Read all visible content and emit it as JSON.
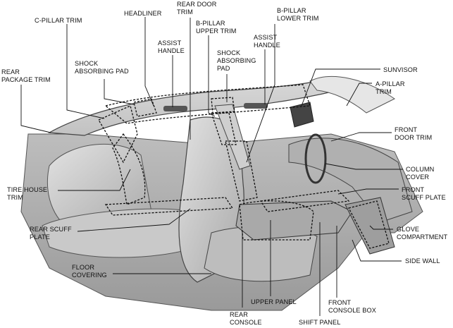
{
  "labels": {
    "c_pillar_trim": [
      "C-PILLAR TRIM"
    ],
    "headliner": [
      "HEADLINER"
    ],
    "rear_door_trim": [
      "REAR DOOR",
      "TRIM"
    ],
    "b_pillar_upper_trim": [
      "B-PILLAR",
      "UPPER TRIM"
    ],
    "b_pillar_lower_trim": [
      "B-PILLAR",
      "LOWER TRIM"
    ],
    "assist_handle_left": [
      "ASSIST",
      "HANDLE"
    ],
    "assist_handle_right": [
      "ASSIST",
      "HANDLE"
    ],
    "shock_absorbing_pad_left": [
      "SHOCK",
      "ABSORBING PAD"
    ],
    "shock_absorbing_pad_right": [
      "SHOCK",
      "ABSORBING",
      "PAD"
    ],
    "rear_package_trim": [
      "REAR",
      "PACKAGE TRIM"
    ],
    "sunvisor": [
      "SUNVISOR"
    ],
    "a_pillar_trim": [
      "A-PILLAR",
      "TRIM"
    ],
    "front_door_trim": [
      "FRONT",
      "DOOR TRIM"
    ],
    "column_cover": [
      "COLUMN",
      "COVER"
    ],
    "front_scuff_plate": [
      "FRONT",
      "SCUFF PLATE"
    ],
    "tire_house_trim": [
      "TIRE HOUSE",
      "TRIM"
    ],
    "rear_scuff_plate": [
      "REAR SCUFF",
      "PLATE"
    ],
    "glove_compartment": [
      "GLOVE",
      "COMPARTMENT"
    ],
    "side_wall": [
      "SIDE WALL"
    ],
    "floor_covering": [
      "FLOOR",
      "COVERING"
    ],
    "upper_panel": [
      "UPPER PANEL"
    ],
    "front_console_box": [
      "FRONT",
      "CONSOLE BOX"
    ],
    "rear_console": [
      "REAR",
      "CONSOLE"
    ],
    "shift_panel": [
      "SHIFT PANEL"
    ]
  }
}
